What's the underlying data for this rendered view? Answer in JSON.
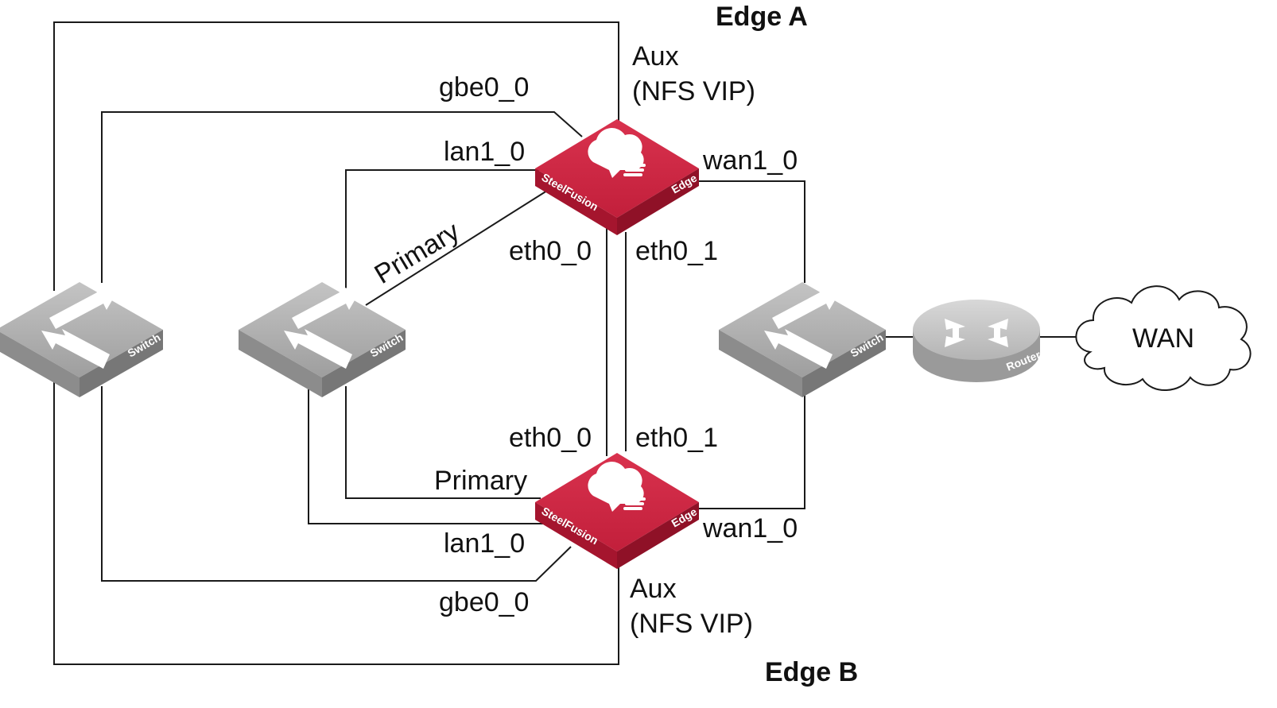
{
  "edge_a": {
    "title": "Edge A",
    "aux": "Aux",
    "nfs_vip": "(NFS VIP)",
    "gbe": "gbe0_0",
    "lan": "lan1_0",
    "wan": "wan1_0",
    "eth0": "eth0_0",
    "eth1": "eth0_1",
    "primary": "Primary",
    "brand": "SteelFusion",
    "model": "Edge"
  },
  "edge_b": {
    "title": "Edge B",
    "aux": "Aux",
    "nfs_vip": "(NFS VIP)",
    "gbe": "gbe0_0",
    "lan": "lan1_0",
    "wan": "wan1_0",
    "eth0": "eth0_0",
    "eth1": "eth0_1",
    "primary": "Primary",
    "brand": "SteelFusion",
    "model": "Edge"
  },
  "switches": {
    "left": "Switch",
    "middle": "Switch",
    "right": "Switch"
  },
  "router": "Router",
  "wan_cloud": "WAN",
  "colors": {
    "edge_red": "#c8203e",
    "switch_gray": "#a8a8a8",
    "link": "#1a1a1a"
  }
}
